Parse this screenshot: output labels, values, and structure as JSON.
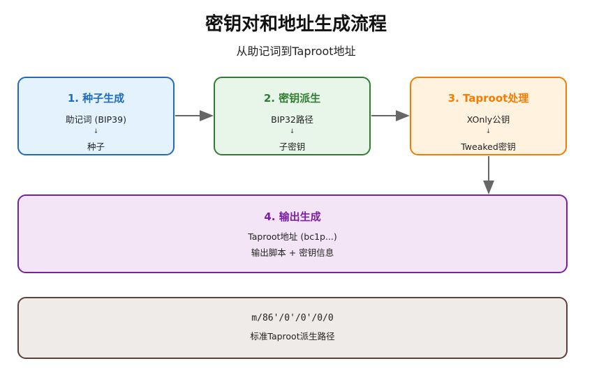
{
  "title": "密钥对和地址生成流程",
  "subtitle": "从助记词到Taproot地址",
  "boxes": {
    "seed": {
      "title": "1. 种子生成",
      "line1": "助记词 (BIP39)",
      "arrow": "↓",
      "line2": "种子"
    },
    "derive": {
      "title": "2. 密钥派生",
      "line1": "BIP32路径",
      "arrow": "↓",
      "line2": "子密钥"
    },
    "taproot": {
      "title": "3. Taproot处理",
      "line1": "XOnly公钥",
      "arrow": "↓",
      "line2": "Tweaked密钥"
    },
    "output": {
      "title": "4. 输出生成",
      "line1": "Taproot地址 (bc1p...)",
      "line2": "输出脚本 + 密钥信息"
    },
    "path": {
      "line1": "m/86'/0'/0'/0/0",
      "line2": "标准Taproot派生路径"
    }
  },
  "colors": {
    "seed_border": "#1e6bbf",
    "derive_border": "#2e7d32",
    "taproot_border": "#f57c00",
    "output_border": "#7b1fa2",
    "path_border": "#5d4037",
    "connector": "#666666"
  }
}
